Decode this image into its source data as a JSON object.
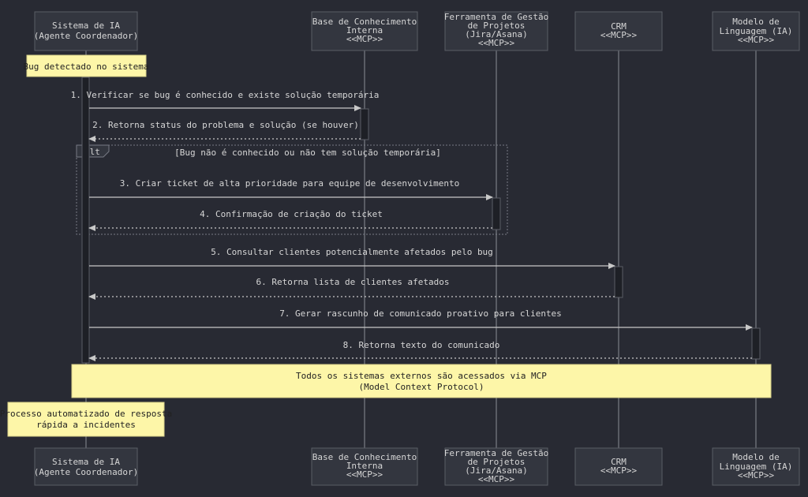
{
  "actors": [
    {
      "id": "ia",
      "lines": [
        "Sistema de IA",
        "(Agente Coordenador)"
      ]
    },
    {
      "id": "base",
      "lines": [
        "Base de Conhecimento",
        "Interna",
        "<<MCP>>"
      ]
    },
    {
      "id": "pm",
      "lines": [
        "Ferramenta de Gestão",
        "de Projetos",
        "(Jira/Asana)",
        "<<MCP>>"
      ]
    },
    {
      "id": "crm",
      "lines": [
        "CRM",
        "<<MCP>>"
      ]
    },
    {
      "id": "llm",
      "lines": [
        "Modelo de",
        "Linguagem (IA)",
        "<<MCP>>"
      ]
    }
  ],
  "notes": {
    "start": "Bug detectado no sistema",
    "mcp": [
      "Todos os sistemas externos são acessados via MCP",
      "(Model Context Protocol)"
    ],
    "end": [
      "Processo automatizado de resposta",
      "rápida a incidentes"
    ]
  },
  "alt": {
    "tag": "alt",
    "condition": "[Bug não é conhecido ou não tem solução temporária]"
  },
  "messages": [
    {
      "label": "1. Verificar se bug é conhecido e existe solução temporária",
      "from": "ia",
      "to": "base",
      "type": "solid"
    },
    {
      "label": "2. Retorna status do problema e solução (se houver)",
      "from": "base",
      "to": "ia",
      "type": "dotted"
    },
    {
      "label": "3. Criar ticket de alta prioridade para equipe de desenvolvimento",
      "from": "ia",
      "to": "pm",
      "type": "solid"
    },
    {
      "label": "4. Confirmação de criação do ticket",
      "from": "pm",
      "to": "ia",
      "type": "dotted"
    },
    {
      "label": "5. Consultar clientes potencialmente afetados pelo bug",
      "from": "ia",
      "to": "crm",
      "type": "solid"
    },
    {
      "label": "6. Retorna lista de clientes afetados",
      "from": "crm",
      "to": "ia",
      "type": "dotted"
    },
    {
      "label": "7. Gerar rascunho de comunicado proativo para clientes",
      "from": "ia",
      "to": "llm",
      "type": "solid"
    },
    {
      "label": "8. Retorna texto do comunicado",
      "from": "llm",
      "to": "ia",
      "type": "dotted"
    }
  ],
  "colors": {
    "background": "#282a33",
    "note": "#fdf6a8",
    "actor_box": "#33363f",
    "activation": "#1e2026"
  }
}
